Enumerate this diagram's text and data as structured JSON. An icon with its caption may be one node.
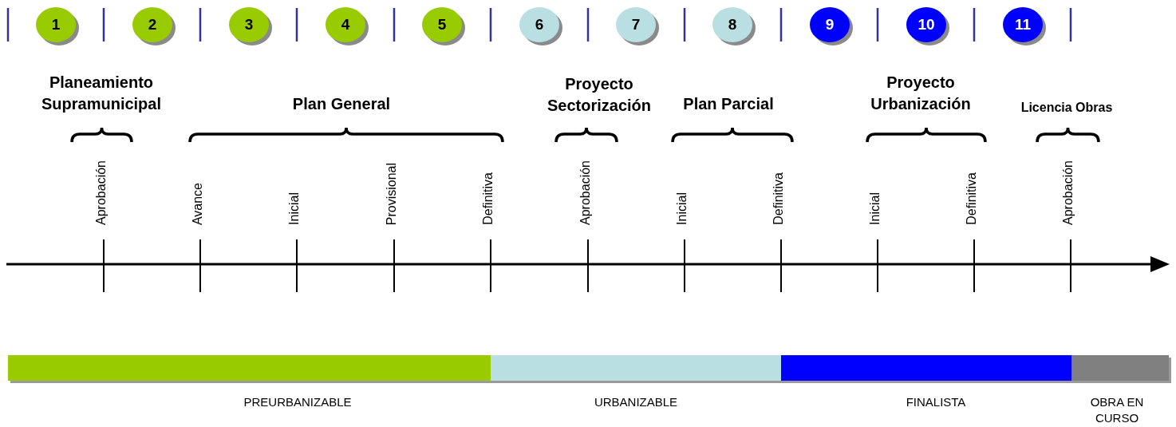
{
  "diagram": {
    "nodes": [
      {
        "text": [
          "1"
        ]
      },
      {
        "text": [
          "2"
        ]
      },
      {
        "text": [
          "3"
        ]
      },
      {
        "text": [
          "4"
        ]
      },
      {
        "text": [
          "5"
        ]
      },
      {
        "text": [
          "6"
        ]
      },
      {
        "text": [
          "7"
        ]
      },
      {
        "text": [
          "8"
        ]
      },
      {
        "text": [
          "9"
        ]
      },
      {
        "text": [
          "10"
        ]
      },
      {
        "text": [
          "11"
        ]
      },
      {
        "text": [],
        "shape": "bar",
        "beside": [
          "PREURBANIZABLE"
        ]
      },
      {
        "text": [],
        "shape": "bar",
        "beside": [
          "URBANIZABLE"
        ]
      },
      {
        "text": [],
        "shape": "bar",
        "beside": [
          "FINALISTA"
        ]
      },
      {
        "text": [],
        "shape": "bar",
        "beside": [
          "OBRA EN CURSO"
        ]
      }
    ],
    "edges": [],
    "labels": [
      "Planeamiento Supramunicipal",
      "Plan General",
      "Proyecto Sectorización",
      "Plan Parcial",
      "Proyecto Urbanización",
      "Licencia Obras",
      "Aprobación",
      "Avance",
      "Inicial",
      "Provisional",
      "Definitiva",
      "Aprobación",
      "Inicial",
      "Definitiva",
      "Inicial",
      "Definitiva",
      "Aprobación"
    ]
  }
}
